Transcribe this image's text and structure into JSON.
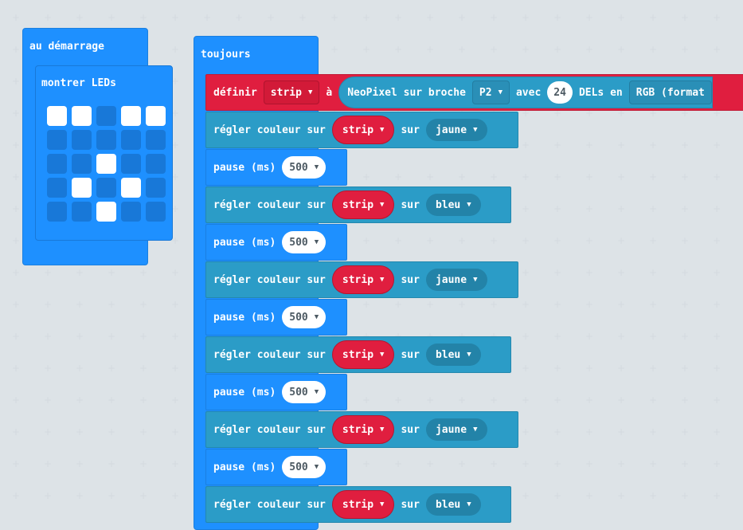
{
  "on_start": {
    "label": "au démarrage",
    "show_leds_label": "montrer LEDs",
    "leds": [
      [
        1,
        1,
        0,
        1,
        1
      ],
      [
        0,
        0,
        0,
        0,
        0
      ],
      [
        0,
        0,
        1,
        0,
        0
      ],
      [
        0,
        1,
        0,
        1,
        0
      ],
      [
        0,
        0,
        1,
        0,
        0
      ]
    ]
  },
  "forever": {
    "label": "toujours",
    "set_block": {
      "label": "définir",
      "variable": "strip",
      "to": "à",
      "neopixel_label": "NeoPixel sur broche",
      "pin": "P2",
      "with": "avec",
      "count": "24",
      "leds_in": "DELs en",
      "format": "RGB (format"
    },
    "set_color_label": "régler couleur sur",
    "strip_label": "strip",
    "on_label": "sur",
    "pause_label": "pause (ms)",
    "pause_value": "500",
    "colors": [
      "jaune",
      "bleu",
      "jaune",
      "bleu",
      "jaune",
      "bleu"
    ]
  },
  "colors": {
    "basic": "#1e90ff",
    "neopixel": "#2b9cc7",
    "variables": "#e01e3f",
    "background": "#eceff1"
  }
}
